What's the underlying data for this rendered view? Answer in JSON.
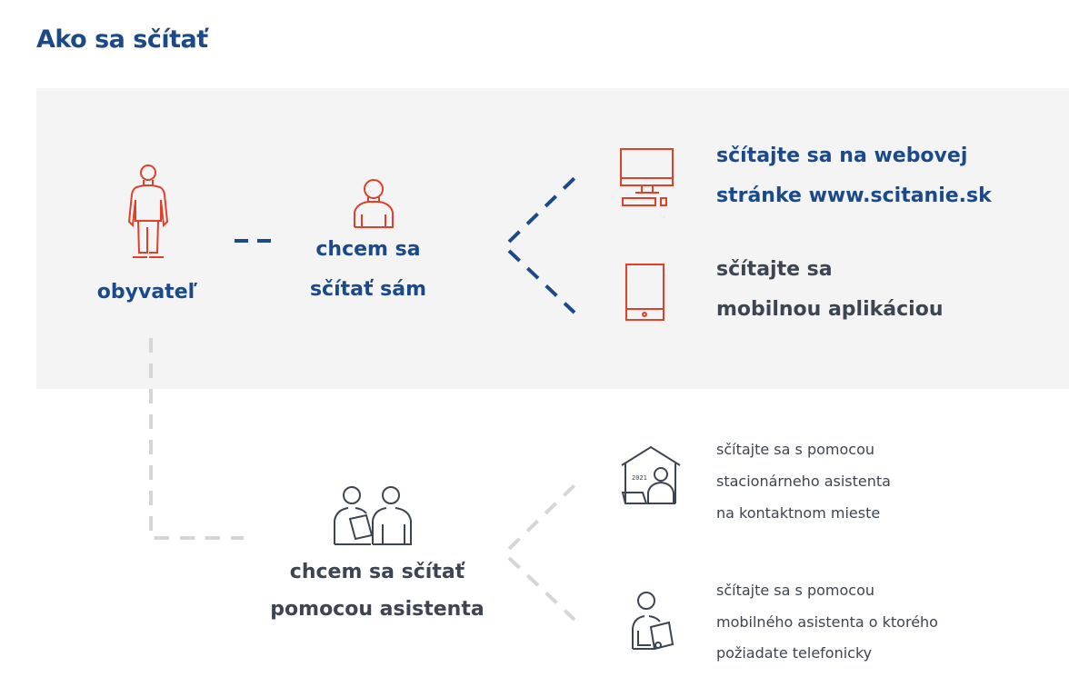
{
  "title": "Ako sa sčítať",
  "resident": {
    "label": "obyvateľ"
  },
  "self": {
    "line1": "chcem sa",
    "line2": "sčítať sám"
  },
  "options_self": [
    {
      "line1": "sčítajte sa na webovej",
      "line2": "stránke www.scitanie.sk",
      "icon": "monitor-icon"
    },
    {
      "line1": "sčítajte sa",
      "line2": "mobilnou aplikáciou",
      "icon": "tablet-icon"
    }
  ],
  "assisted": {
    "line1": "chcem sa sčítať",
    "line2": "pomocou asistenta"
  },
  "options_assisted": [
    {
      "line1": "sčítajte sa s pomocou",
      "line2": "stacionárneho asistenta",
      "line3": "na kontaktnom mieste",
      "icon": "house-assistant-icon"
    },
    {
      "line1": "sčítajte sa s pomocou",
      "line2": "mobilného asistenta o ktorého",
      "line3": "požiadate telefonicky",
      "icon": "mobile-assistant-icon"
    }
  ],
  "colors": {
    "blue": "#1b4a8a",
    "red": "#e0402a",
    "gray": "#3d4552",
    "band": "#f4f4f4"
  }
}
